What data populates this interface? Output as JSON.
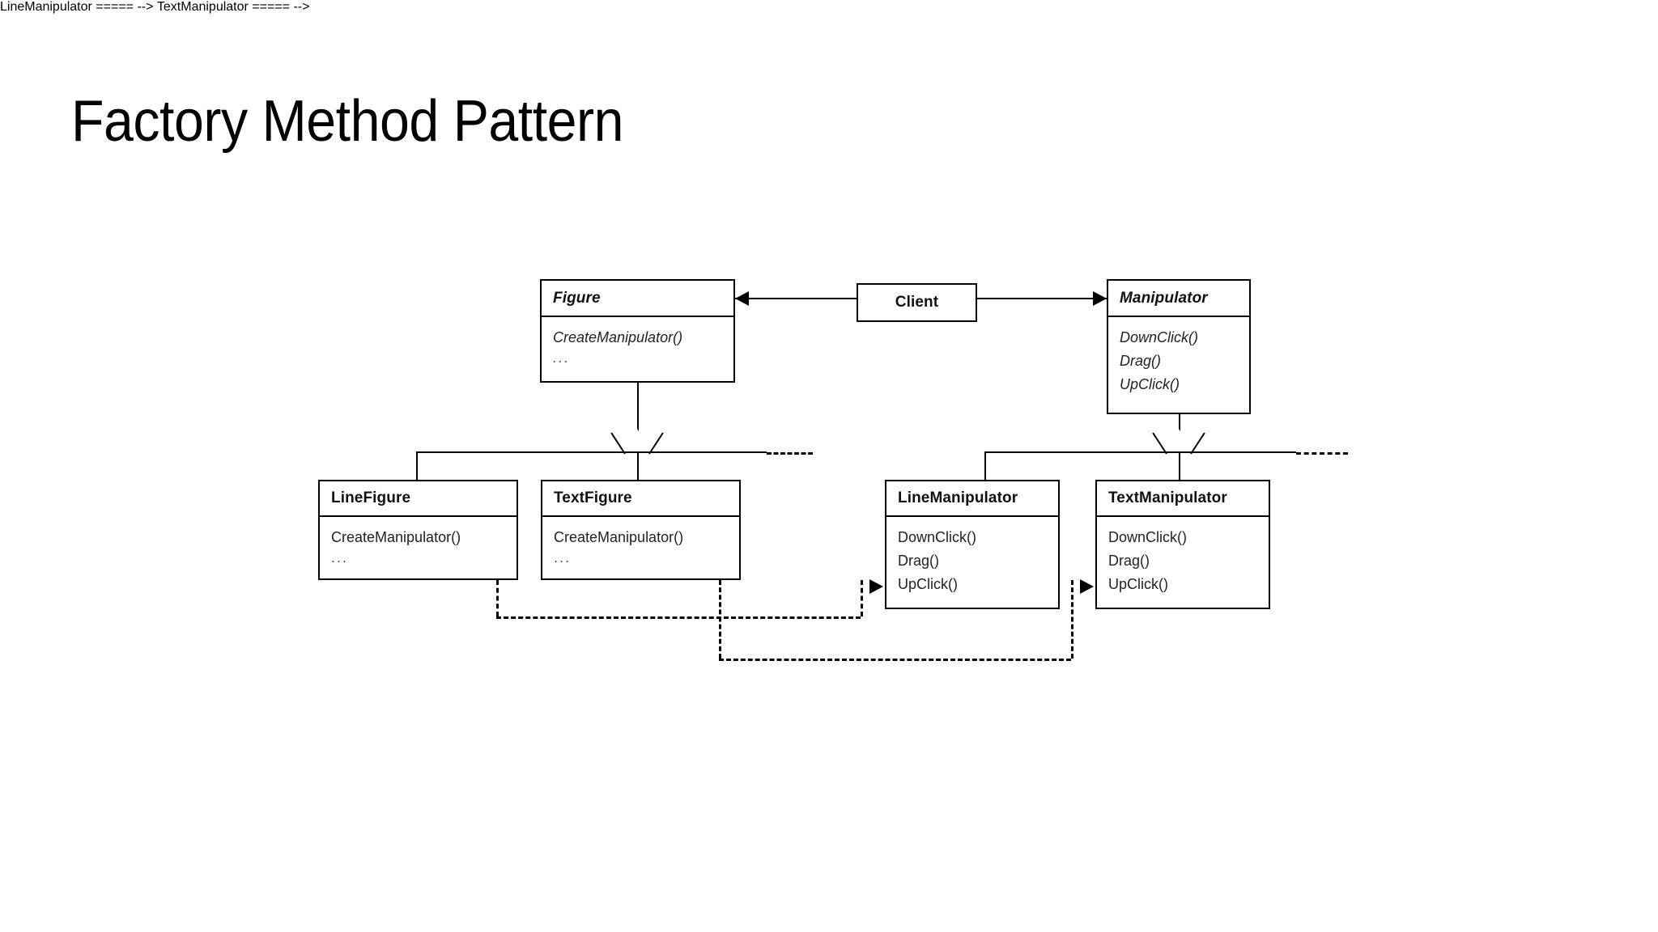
{
  "slide": {
    "title": "Factory Method Pattern",
    "background_color": "#ffffff",
    "line_color": "#000000"
  },
  "diagram": {
    "type": "uml-class-diagram",
    "classes": [
      {
        "id": "figure",
        "name": "Figure",
        "abstract": true,
        "operations": [
          "CreateManipulator()",
          "..."
        ]
      },
      {
        "id": "client",
        "name": "Client",
        "abstract": false,
        "operations": []
      },
      {
        "id": "manipulator",
        "name": "Manipulator",
        "abstract": true,
        "operations": [
          "DownClick()",
          "Drag()",
          "UpClick()"
        ]
      },
      {
        "id": "line-figure",
        "name": "LineFigure",
        "abstract": false,
        "operations": [
          "CreateManipulator()",
          "..."
        ]
      },
      {
        "id": "text-figure",
        "name": "TextFigure",
        "abstract": false,
        "operations": [
          "CreateManipulator()",
          "..."
        ]
      },
      {
        "id": "line-manipulator",
        "name": "LineManipulator",
        "abstract": false,
        "operations": [
          "DownClick()",
          "Drag()",
          "UpClick()"
        ]
      },
      {
        "id": "text-manipulator",
        "name": "TextManipulator",
        "abstract": false,
        "operations": [
          "DownClick()",
          "Drag()",
          "UpClick()"
        ]
      }
    ],
    "relationships": [
      {
        "kind": "association",
        "from": "client",
        "to": "figure",
        "arrow": "open-solid-left"
      },
      {
        "kind": "association",
        "from": "client",
        "to": "manipulator",
        "arrow": "open-solid-right"
      },
      {
        "kind": "generalization",
        "from": "line-figure",
        "to": "figure"
      },
      {
        "kind": "generalization",
        "from": "text-figure",
        "to": "figure"
      },
      {
        "kind": "generalization",
        "from": "line-manipulator",
        "to": "manipulator"
      },
      {
        "kind": "generalization",
        "from": "text-manipulator",
        "to": "manipulator"
      },
      {
        "kind": "dependency",
        "from": "line-figure",
        "to": "line-manipulator",
        "style": "dashed"
      },
      {
        "kind": "dependency",
        "from": "text-figure",
        "to": "text-manipulator",
        "style": "dashed"
      }
    ]
  }
}
